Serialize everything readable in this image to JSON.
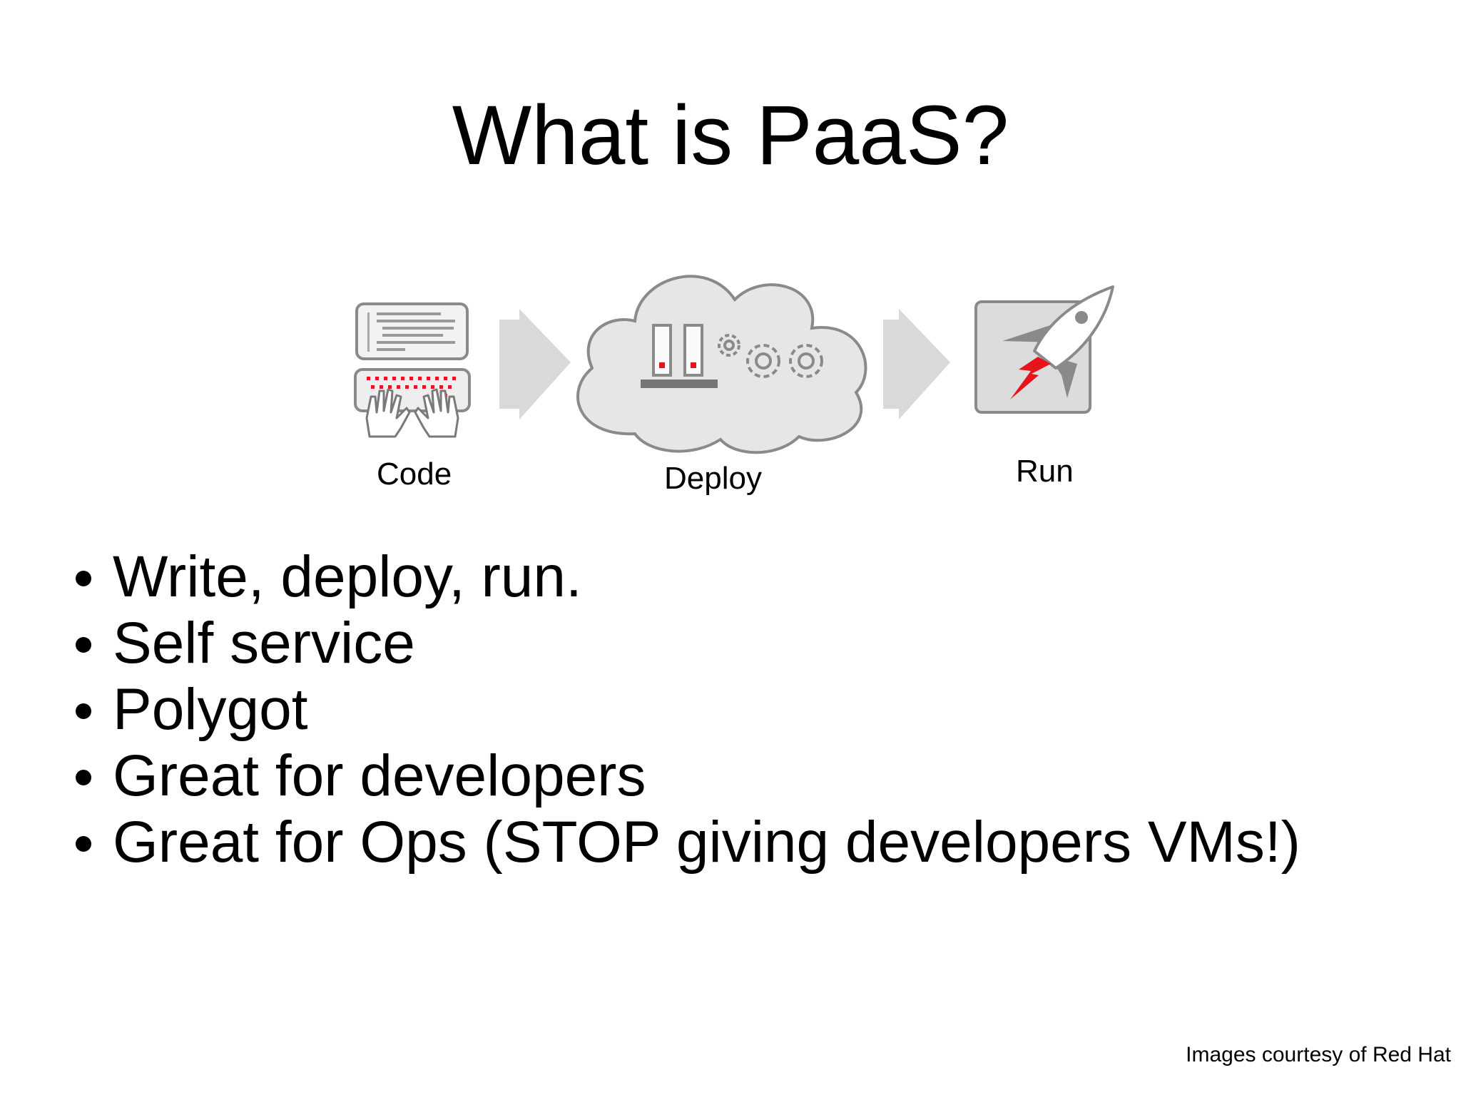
{
  "slide": {
    "title": "What is PaaS?",
    "steps": [
      {
        "label": "Code",
        "icon": "code-keyboard-icon"
      },
      {
        "label": "Deploy",
        "icon": "cloud-deploy-icon"
      },
      {
        "label": "Run",
        "icon": "rocket-icon"
      }
    ],
    "bullets": [
      "Write, deploy, run.",
      "Self service",
      "Polygot",
      "Great for developers",
      "Great for Ops (STOP giving developers VMs!)"
    ],
    "credit": "Images courtesy of Red Hat"
  },
  "colors": {
    "accent_red": "#e8141c",
    "icon_gray": "#dcdcdc",
    "arrow_gray": "#d9d9d9",
    "outline_gray": "#8a8a8a"
  }
}
